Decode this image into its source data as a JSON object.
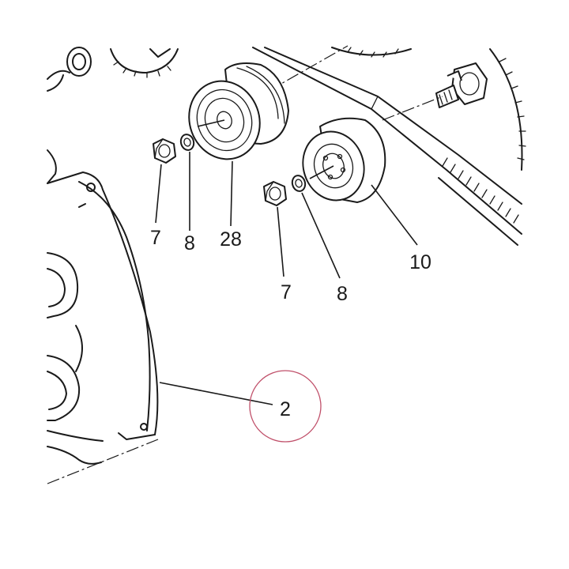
{
  "callouts": [
    {
      "id": "7"
    },
    {
      "id": "8"
    },
    {
      "id": "28"
    },
    {
      "id": "7"
    },
    {
      "id": "8"
    },
    {
      "id": "10"
    },
    {
      "id": "2"
    }
  ],
  "highlight": {
    "color": "#c0506a",
    "target_callout": "2"
  }
}
